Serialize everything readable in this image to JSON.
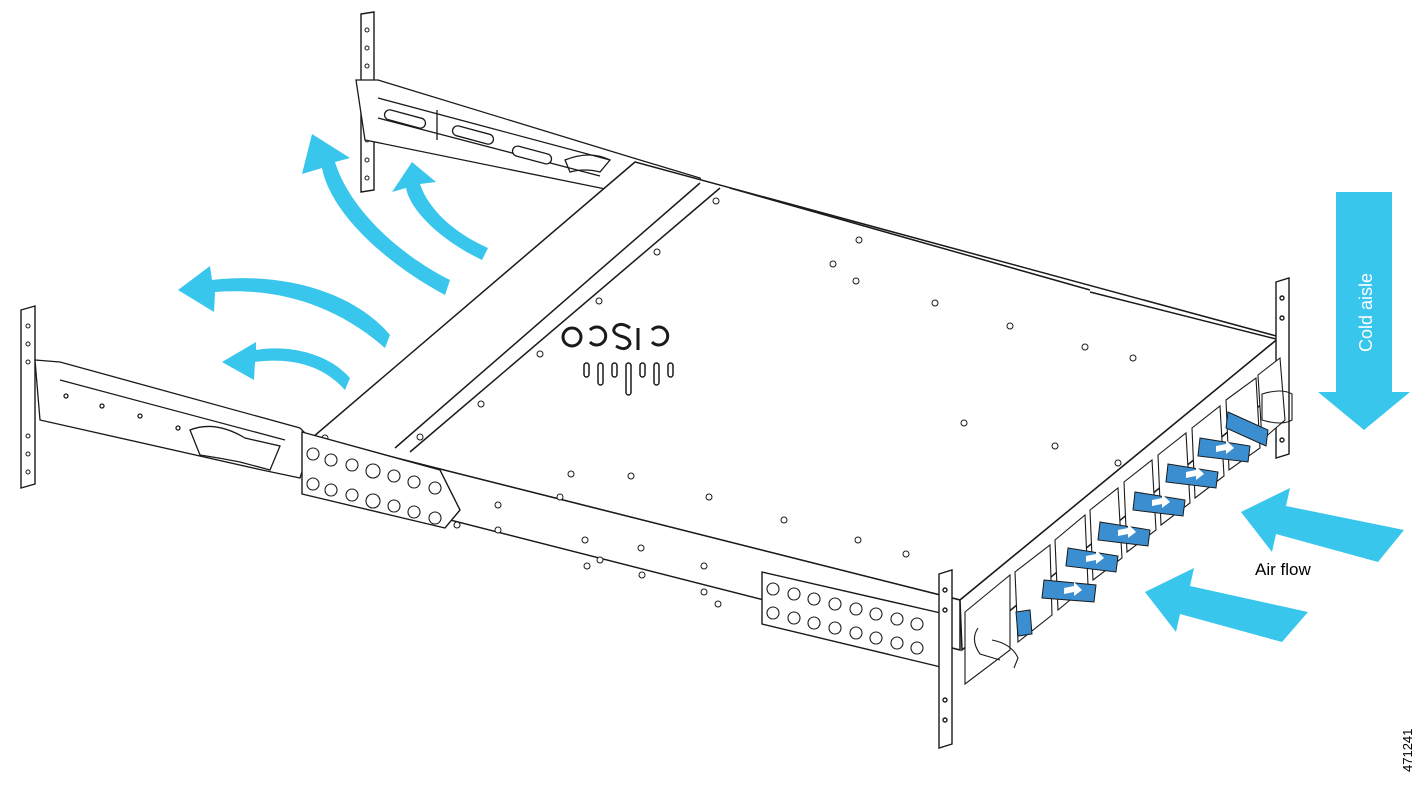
{
  "labels": {
    "cold_aisle": "Cold aisle",
    "air_flow": "Air flow",
    "figure_id": "471241"
  },
  "colors": {
    "airflow_arrow": "#38c6ec",
    "handle_blue": "#3b8fd0",
    "line": "#1a1a1a"
  }
}
